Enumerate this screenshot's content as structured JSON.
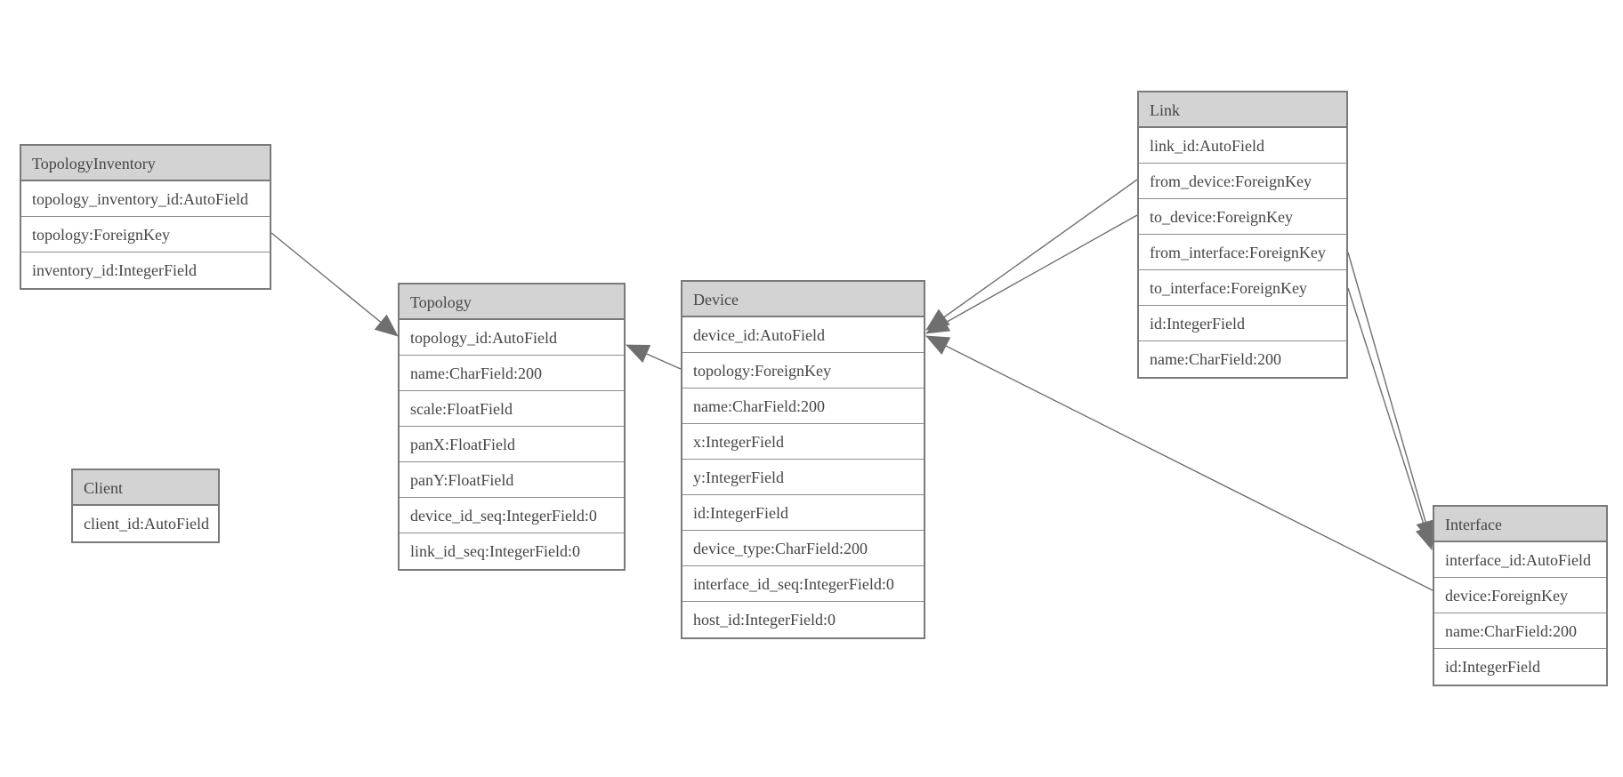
{
  "diagram": {
    "colors": {
      "background": "#ffffff",
      "header_fill": "#d3d3d3",
      "border": "#7a7a7a",
      "row_separator": "#8c8c8c",
      "edge_line": "#6f6f6f",
      "arrowhead": "#6f6f6f",
      "text": "#454545"
    },
    "entities": {
      "topology_inventory": {
        "title": "TopologyInventory",
        "fields": [
          "topology_inventory_id:AutoField",
          "topology:ForeignKey",
          "inventory_id:IntegerField"
        ]
      },
      "topology": {
        "title": "Topology",
        "fields": [
          "topology_id:AutoField",
          "name:CharField:200",
          "scale:FloatField",
          "panX:FloatField",
          "panY:FloatField",
          "device_id_seq:IntegerField:0",
          "link_id_seq:IntegerField:0"
        ]
      },
      "client": {
        "title": "Client",
        "fields": [
          "client_id:AutoField"
        ]
      },
      "device": {
        "title": "Device",
        "fields": [
          "device_id:AutoField",
          "topology:ForeignKey",
          "name:CharField:200",
          "x:IntegerField",
          "y:IntegerField",
          "id:IntegerField",
          "device_type:CharField:200",
          "interface_id_seq:IntegerField:0",
          "host_id:IntegerField:0"
        ]
      },
      "link": {
        "title": "Link",
        "fields": [
          "link_id:AutoField",
          "from_device:ForeignKey",
          "to_device:ForeignKey",
          "from_interface:ForeignKey",
          "to_interface:ForeignKey",
          "id:IntegerField",
          "name:CharField:200"
        ]
      },
      "interface": {
        "title": "Interface",
        "fields": [
          "interface_id:AutoField",
          "device:ForeignKey",
          "name:CharField:200",
          "id:IntegerField"
        ]
      }
    },
    "relations": [
      {
        "from": "TopologyInventory.topology",
        "to": "Topology.topology_id"
      },
      {
        "from": "Device.topology",
        "to": "Topology.topology_id"
      },
      {
        "from": "Link.from_device",
        "to": "Device.device_id"
      },
      {
        "from": "Link.to_device",
        "to": "Device.device_id"
      },
      {
        "from": "Interface.device",
        "to": "Device.device_id"
      },
      {
        "from": "Link.from_interface",
        "to": "Interface.interface_id"
      },
      {
        "from": "Link.to_interface",
        "to": "Interface.interface_id"
      }
    ]
  }
}
